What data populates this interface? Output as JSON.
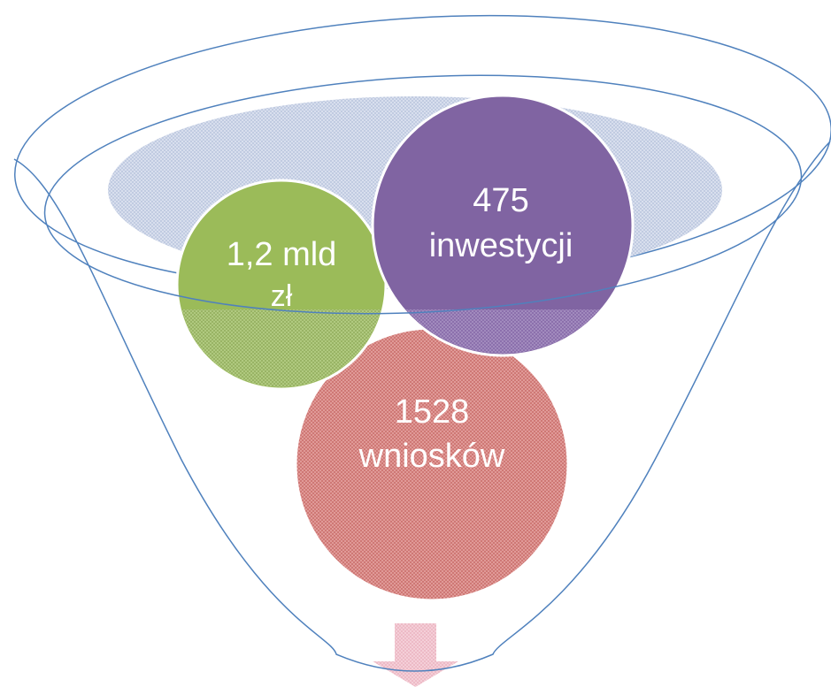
{
  "funnel": {
    "items": [
      {
        "id": "amount",
        "line1": "1,2 mld",
        "line2": "zł",
        "color": "#9bbb59"
      },
      {
        "id": "investments",
        "line1": "475",
        "line2": "inwestycji",
        "color": "#8064a2"
      },
      {
        "id": "applications",
        "line1": "1528",
        "line2": "wniosków",
        "color": "#c0504d"
      }
    ],
    "colors": {
      "outline": "#4f81bd",
      "ellipse_fill": "#c9d3e8",
      "arrow": "#f2c4cf"
    }
  }
}
